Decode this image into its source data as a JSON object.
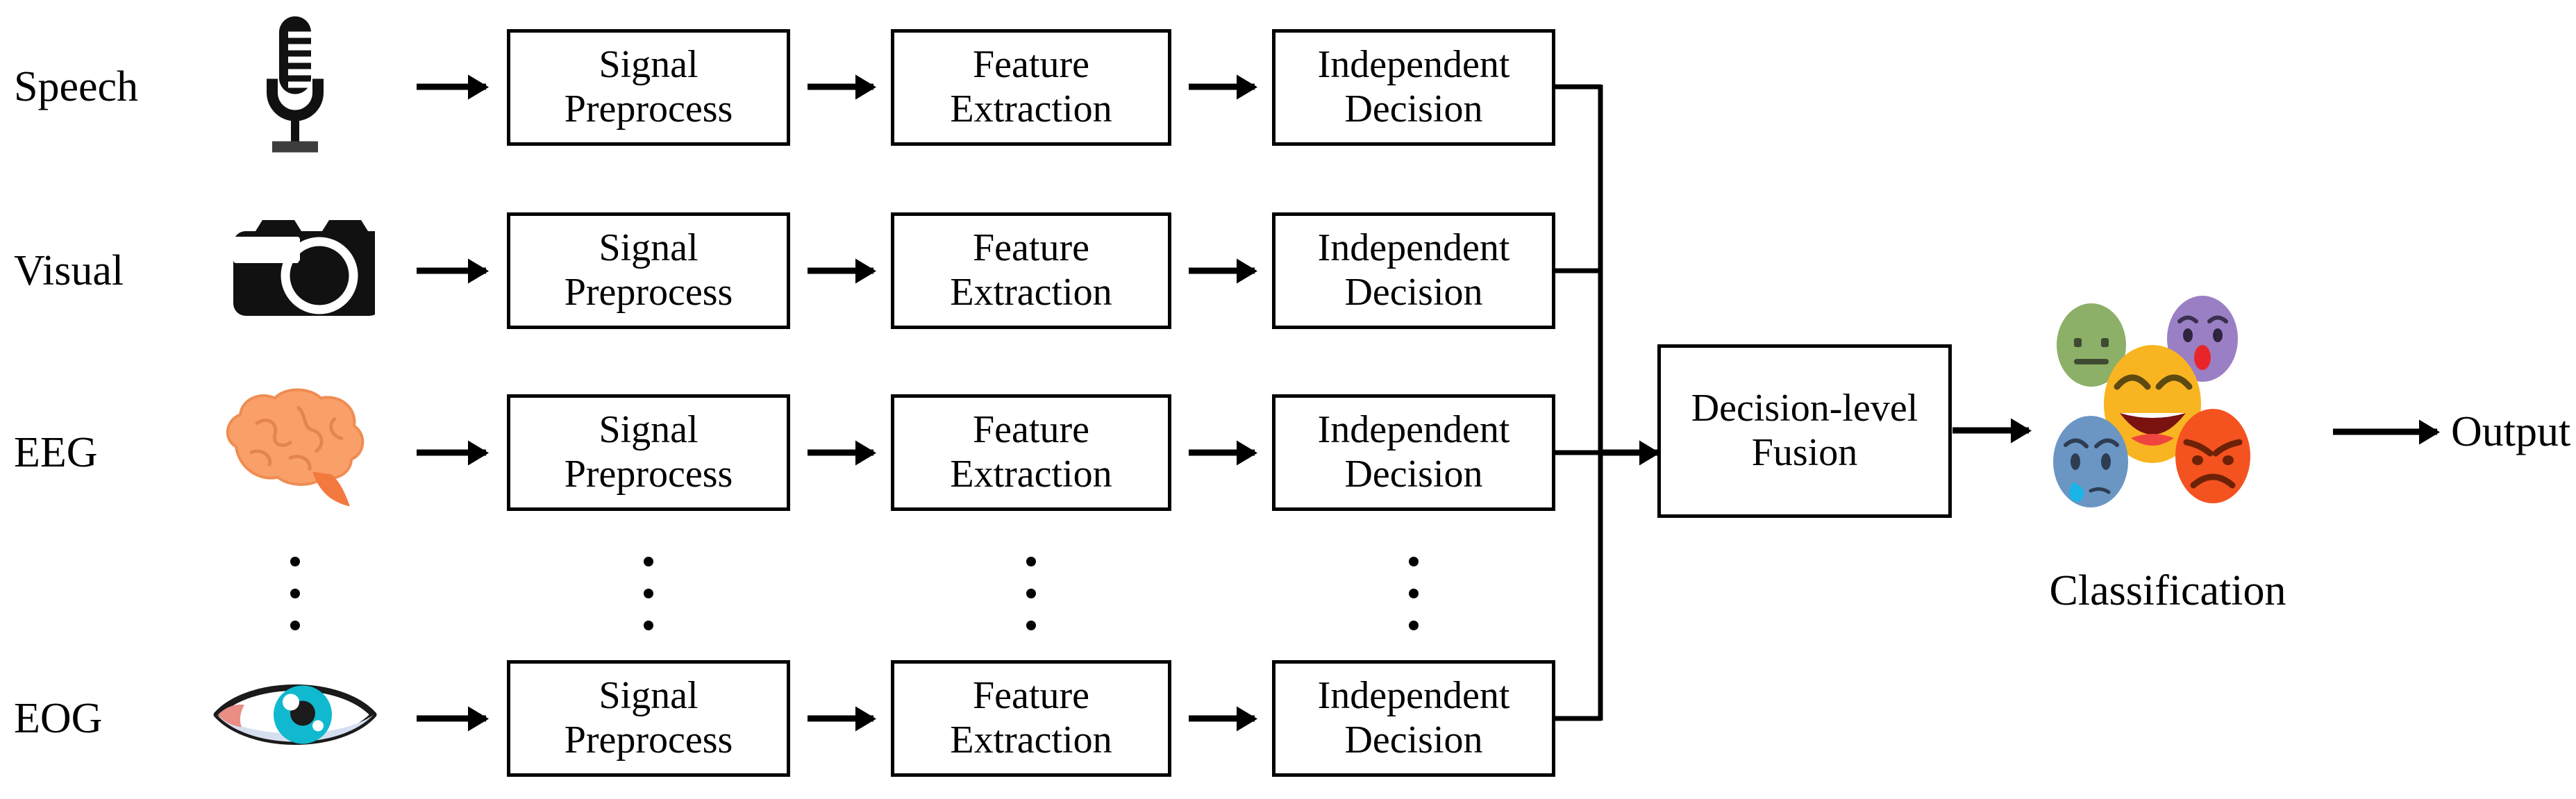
{
  "diagram": {
    "title": "Decision-level fusion multimodal emotion recognition pipeline",
    "stage_labels": {
      "signal_preprocess_line1": "Signal",
      "signal_preprocess_line2": "Preprocess",
      "feature_extraction_line1": "Feature",
      "feature_extraction_line2": "Extraction",
      "independent_decision_line1": "Independent",
      "independent_decision_line2": "Decision",
      "fusion_line1": "Decision-level",
      "fusion_line2": "Fusion"
    },
    "rows": [
      {
        "label": "Speech",
        "icon": "microphone-icon"
      },
      {
        "label": "Visual",
        "icon": "camera-icon"
      },
      {
        "label": "EEG",
        "icon": "brain-icon"
      },
      {
        "label": "EOG",
        "icon": "eye-icon"
      }
    ],
    "ellipsis": "vertical-ellipsis",
    "classification_caption": "Classification",
    "output_label": "Output",
    "emoji_faces": [
      {
        "name": "neutral-face",
        "color": "#8cb067"
      },
      {
        "name": "surprised-face",
        "color": "#9b7fc4"
      },
      {
        "name": "happy-face",
        "color": "#f9b421"
      },
      {
        "name": "sad-face",
        "color": "#6b96c4"
      },
      {
        "name": "angry-face",
        "color": "#f4521f"
      }
    ],
    "colors": {
      "line": "#000000",
      "background": "#ffffff",
      "brain": "#f9a06a",
      "eye_iris": "#10b9cf",
      "eye_caruncle": "#e98d85"
    }
  }
}
